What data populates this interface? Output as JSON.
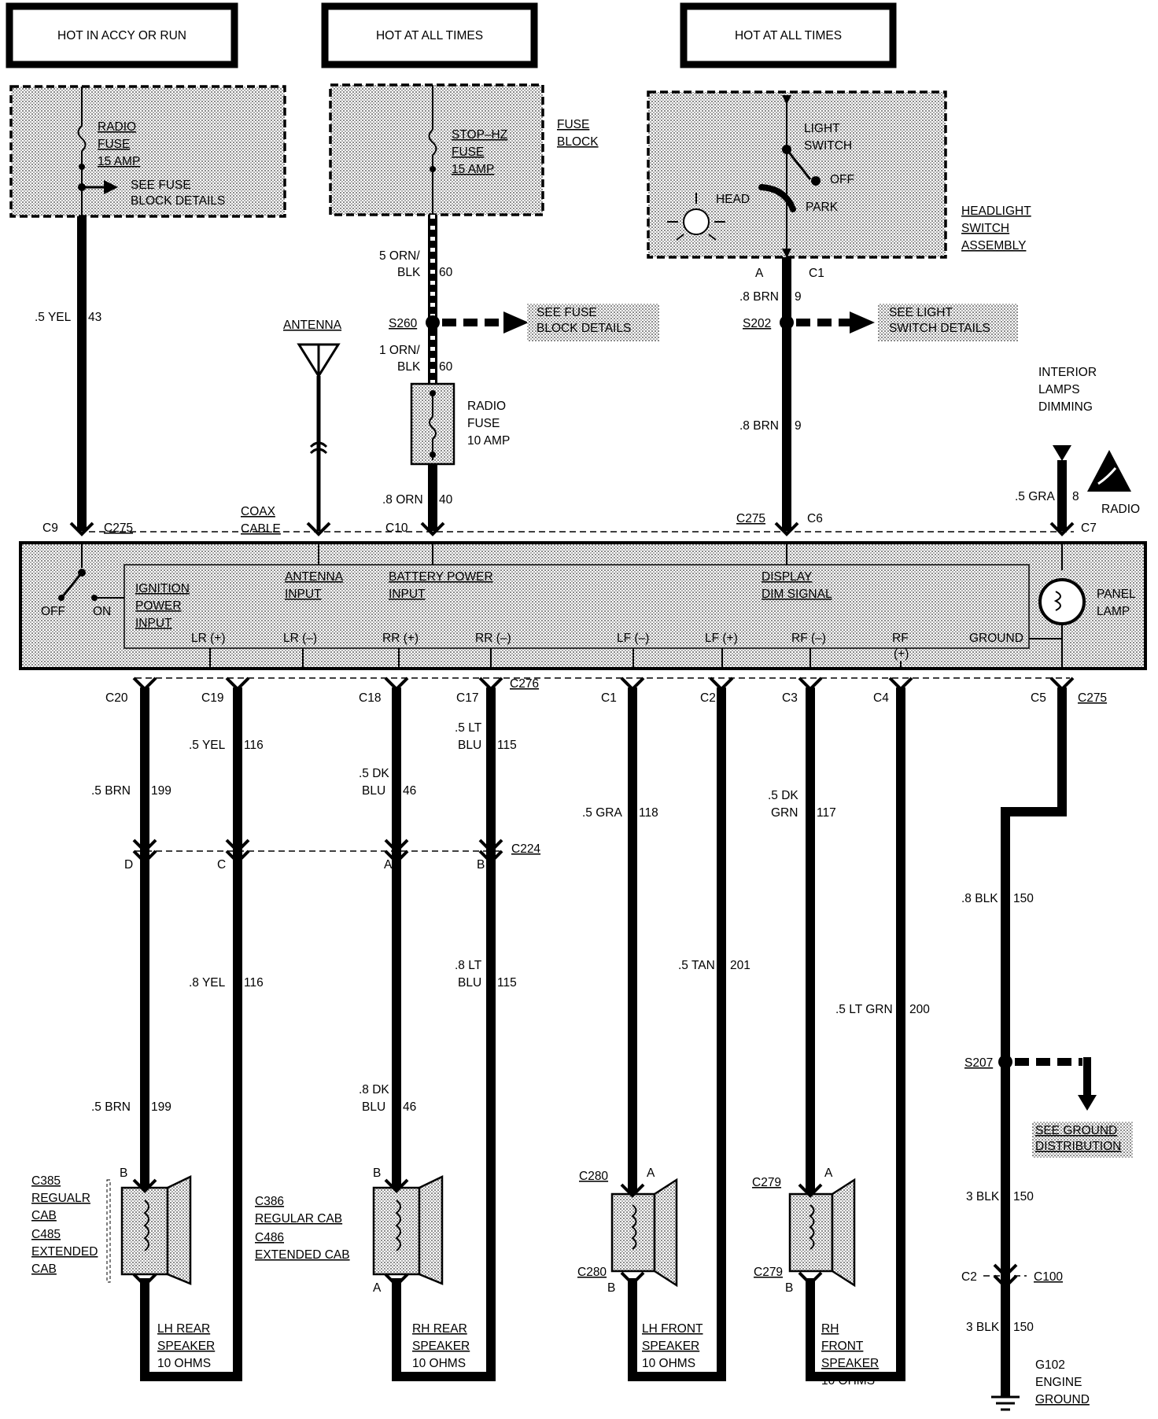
{
  "headers": {
    "accy_run": "HOT IN ACCY OR RUN",
    "all_times_1": "HOT AT ALL TIMES",
    "all_times_2": "HOT AT ALL TIMES"
  },
  "fuse_block": {
    "radio_fuse": [
      "RADIO",
      "FUSE",
      "15 AMP"
    ],
    "see_details": [
      "SEE FUSE",
      "BLOCK DETAILS"
    ],
    "stop_hz_fuse": [
      "STOP–HZ",
      "FUSE",
      "15 AMP"
    ],
    "label": [
      "FUSE",
      "BLOCK"
    ]
  },
  "headlight_switch": {
    "light_switch": [
      "LIGHT",
      "SWITCH"
    ],
    "off": "OFF",
    "head": "HEAD",
    "park": "PARK",
    "label": [
      "HEADLIGHT",
      "SWITCH",
      "ASSEMBLY"
    ],
    "term_a": "A",
    "conn_c1": "C1",
    "splice": "S202",
    "see_details": [
      "SEE LIGHT",
      "SWITCH DETAILS"
    ]
  },
  "wires": {
    "yel43": ".5 YEL",
    "c43": "43",
    "orn60_top": [
      "5 ORN/",
      "BLK"
    ],
    "c60": "60",
    "orn60_bot": [
      "1 ORN/",
      "BLK"
    ],
    "orn40": ".8 ORN",
    "c40": "40",
    "brn9": ".8 BRN",
    "c9": "9",
    "gra8": ".5 GRA",
    "c8": "8",
    "brn199": ".5 BRN",
    "c199": "199",
    "yel116a": ".5 YEL",
    "yel116b": ".8 YEL",
    "c116": "116",
    "dkblu46": [
      ".5 DK",
      "BLU"
    ],
    "dkblu46b": [
      ".8 DK",
      "BLU"
    ],
    "c46": "46",
    "ltblu115": [
      ".5 LT",
      "BLU"
    ],
    "ltblu115b": [
      ".8 LT",
      "BLU"
    ],
    "c115": "115",
    "gra118": ".5 GRA",
    "c118": "118",
    "tan201": ".5 TAN",
    "c201": "201",
    "dkgrn117": [
      ".5 DK",
      "GRN"
    ],
    "c117": "117",
    "ltgrn200": ".5 LT GRN",
    "c200": "200",
    "blk150a": ".8 BLK",
    "blk150b": "3 BLK",
    "blk150c": "3 BLK",
    "c150": "150"
  },
  "splices": {
    "s260": "S260",
    "s207": "S207"
  },
  "fuse_see_details": [
    "SEE FUSE",
    "BLOCK DETAILS"
  ],
  "radio_fuse_10": [
    "RADIO",
    "FUSE",
    "10 AMP"
  ],
  "antenna": "ANTENNA",
  "coax": [
    "COAX",
    "CABLE"
  ],
  "interior_dimming": [
    "INTERIOR",
    "LAMPS",
    "DIMMING"
  ],
  "radio_label": "RADIO",
  "connectors_top": {
    "c9": "C9",
    "c275": "C275",
    "c10": "C10",
    "c275b": "C275",
    "c6": "C6",
    "c7": "C7"
  },
  "radio_unit": {
    "off": "OFF",
    "on": "ON",
    "ignition": [
      "IGNITION",
      "POWER",
      "INPUT"
    ],
    "antenna_input": [
      "ANTENNA",
      "INPUT"
    ],
    "battery": [
      "BATTERY POWER",
      "INPUT"
    ],
    "display": [
      "DISPLAY",
      "DIM SIGNAL"
    ],
    "panel_lamp": [
      "PANEL",
      "LAMP"
    ],
    "pins": [
      "LR (+)",
      "LR (–)",
      "RR (+)",
      "RR (–)",
      "LF (–)",
      "LF (+)",
      "RF (–)",
      "RF",
      "(+)",
      "GROUND"
    ]
  },
  "connectors_bottom": {
    "c20": "C20",
    "c19": "C19",
    "c18": "C18",
    "c17": "C17",
    "c276": "C276",
    "c1": "C1",
    "c2": "C2",
    "c3": "C3",
    "c4": "C4",
    "c5": "C5",
    "c275": "C275"
  },
  "c224": {
    "d": "D",
    "c": "C",
    "a": "A",
    "b": "B",
    "label": "C224"
  },
  "ground": {
    "see": [
      "SEE GROUND",
      "DISTRIBUTION"
    ],
    "c2": "C2",
    "c100": "C100",
    "g102": [
      "G102",
      "ENGINE",
      "GROUND"
    ]
  },
  "speakers": {
    "lh_rear": {
      "conn": [
        "C385",
        "REGUALR",
        "CAB",
        "C485",
        "EXTENDED",
        "CAB"
      ],
      "top": "B",
      "name": [
        "LH REAR",
        "SPEAKER",
        "10 OHMS"
      ]
    },
    "rh_rear": {
      "conn": [
        "C386",
        "REGULAR CAB",
        "C486",
        "EXTENDED CAB"
      ],
      "top": "B",
      "bottom": "A",
      "name": [
        "RH REAR",
        "SPEAKER",
        "10 OHMS"
      ]
    },
    "lh_front": {
      "conn_top": "C280",
      "top": "A",
      "conn_bot": "C280",
      "bottom": "B",
      "name": [
        "LH FRONT",
        "SPEAKER",
        "10 OHMS"
      ]
    },
    "rh_front": {
      "conn_top": "C279",
      "top": "A",
      "conn_bot": "C279",
      "bottom": "B",
      "name": [
        "RH",
        "FRONT",
        "SPEAKER",
        "10 OHMS"
      ]
    }
  }
}
